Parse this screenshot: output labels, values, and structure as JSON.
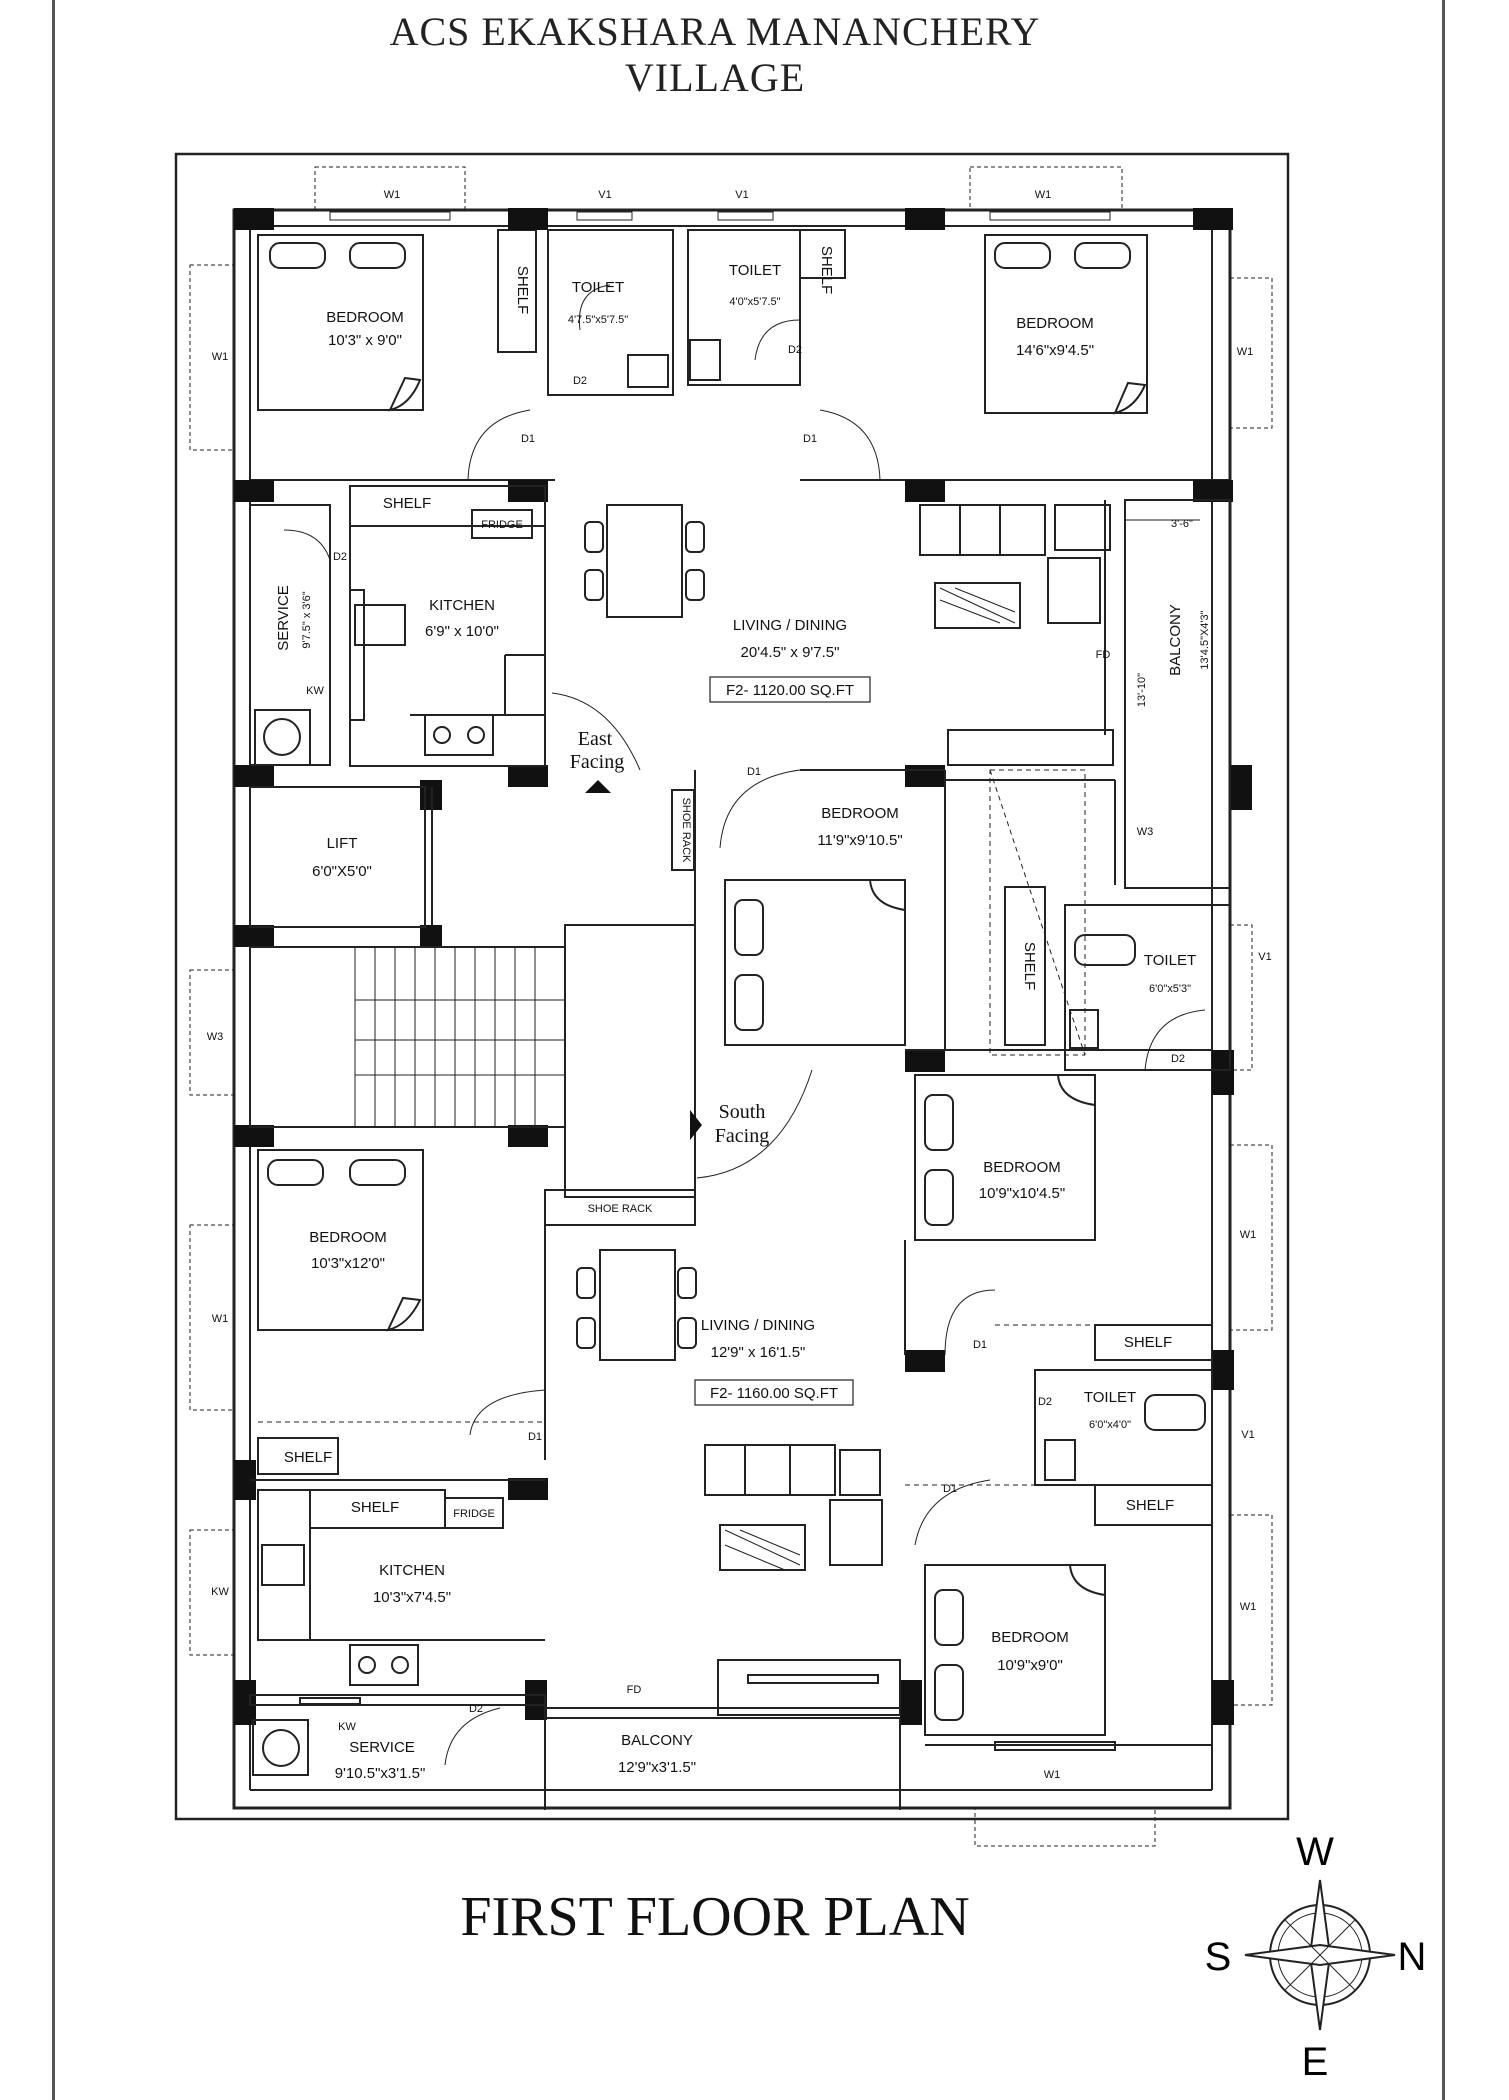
{
  "header": {
    "line1": "ACS EKAKSHARA MANANCHERY",
    "line2": "VILLAGE"
  },
  "footer": {
    "title": "FIRST FLOOR PLAN"
  },
  "compass": {
    "w": "W",
    "s": "S",
    "n": "N",
    "e": "E"
  },
  "labels": {
    "w1": "W1",
    "v1": "V1",
    "w3": "W3",
    "kw": "KW",
    "d1": "D1",
    "d2": "D2",
    "fd": "FD",
    "shelf": "SHELF",
    "fridge": "FRIDGE",
    "toilet": "TOILET",
    "shoe_rack": "SHOE RACK",
    "east_facing_1": "East",
    "east_facing_2": "Facing",
    "south_facing_1": "South",
    "south_facing_2": "Facing",
    "bed_tl_name": "BEDROOM",
    "bed_tl_size": "10'3\" x 9'0\"",
    "toilet1_size": "4'7.5\"x5'7.5\"",
    "toilet2_size": "4'0\"x5'7.5\"",
    "bed_tr_name": "BEDROOM",
    "bed_tr_size": "14'6\"x9'4.5\"",
    "kitchen1_name": "KITCHEN",
    "kitchen1_size": "6'9\" x 10'0\"",
    "service1": "SERVICE",
    "service1_size": "9'7.5\" x 3'6\"",
    "living1_name": "LIVING / DINING",
    "living1_size": "20'4.5\" x 9'7.5\"",
    "living1_area": "F2- 1120.00 SQ.FT",
    "balcony1_name": "BALCONY",
    "balcony1_size": "13'4.5\"X4'3\"",
    "dim_36": "3'-6\"",
    "dim_13": "13'-10\"",
    "lift_name": "LIFT",
    "lift_size": "6'0\"X5'0\"",
    "bed_mid_name": "BEDROOM",
    "bed_mid_size": "11'9\"x9'10.5\"",
    "toilet3_size": "6'0\"x5'3\"",
    "bed_r2_name": "BEDROOM",
    "bed_r2_size": "10'9\"x10'4.5\"",
    "bed_l2_name": "BEDROOM",
    "bed_l2_size": "10'3\"x12'0\"",
    "living2_name": "LIVING / DINING",
    "living2_size": "12'9\" x 16'1.5\"",
    "living2_area": "F2- 1160.00 SQ.FT",
    "toilet4_size": "6'0\"x4'0\"",
    "kitchen2_name": "KITCHEN",
    "kitchen2_size": "10'3\"x7'4.5\"",
    "service2": "SERVICE",
    "service2_size": "9'10.5\"x3'1.5\"",
    "balcony2_name": "BALCONY",
    "balcony2_size": "12'9\"x3'1.5\"",
    "bed_r3_name": "BEDROOM",
    "bed_r3_size": "10'9\"x9'0\""
  }
}
